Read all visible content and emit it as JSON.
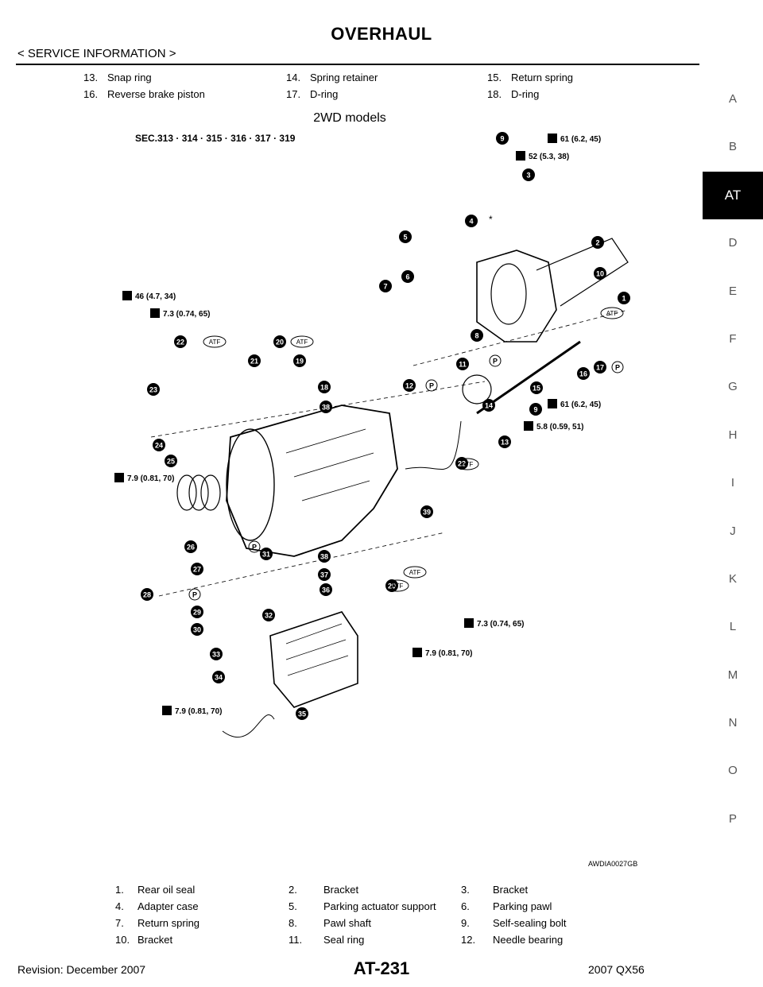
{
  "header": {
    "title": "OVERHAUL",
    "section": "< SERVICE INFORMATION >"
  },
  "side_tabs": [
    "A",
    "B",
    "AT",
    "D",
    "E",
    "F",
    "G",
    "H",
    "I",
    "J",
    "K",
    "L",
    "M",
    "N",
    "O",
    "P"
  ],
  "active_tab": "AT",
  "parts_top": [
    [
      "13.",
      "Snap ring",
      "14.",
      "Spring retainer",
      "15.",
      "Return spring"
    ],
    [
      "16.",
      "Reverse brake piston",
      "17.",
      "D-ring",
      "18.",
      "D-ring"
    ]
  ],
  "subheading": "2WD models",
  "diagram": {
    "sec_label": "SEC.313 · 314 · 315 · 316 · 317 · 319",
    "torque_labels": [
      "61 (6.2, 45)",
      "52 (5.3, 38)",
      "46 (4.7, 34)",
      "7.3 (0.74, 65)",
      "61 (6.2, 45)",
      "5.8 (0.59, 51)",
      "7.9 (0.81, 70)",
      "7.3 (0.74, 65)",
      "7.9 (0.81, 70)",
      "7.9 (0.81, 70)"
    ],
    "atf_label": "ATF",
    "p_label": "P",
    "star_mark": "*",
    "callouts": [
      "1",
      "2",
      "3",
      "4",
      "5",
      "6",
      "7",
      "8",
      "9",
      "10",
      "11",
      "12",
      "13",
      "14",
      "15",
      "16",
      "17",
      "18",
      "19",
      "20",
      "21",
      "22",
      "23",
      "24",
      "25",
      "26",
      "27",
      "28",
      "29",
      "30",
      "31",
      "32",
      "33",
      "34",
      "35",
      "36",
      "37",
      "38",
      "39",
      "20",
      "22",
      "9",
      "38"
    ],
    "ref_code": "AWDIA0027GB"
  },
  "parts_bottom": [
    [
      "1.",
      "Rear oil seal",
      "2.",
      "Bracket",
      "3.",
      "Bracket"
    ],
    [
      "4.",
      "Adapter case",
      "5.",
      "Parking actuator support",
      "6.",
      "Parking pawl"
    ],
    [
      "7.",
      "Return spring",
      "8.",
      "Pawl shaft",
      "9.",
      "Self-sealing bolt"
    ],
    [
      "10.",
      "Bracket",
      "11.",
      "Seal ring",
      "12.",
      "Needle bearing"
    ]
  ],
  "footer": {
    "revision": "Revision: December 2007",
    "page": "AT-231",
    "model": "2007 QX56"
  }
}
